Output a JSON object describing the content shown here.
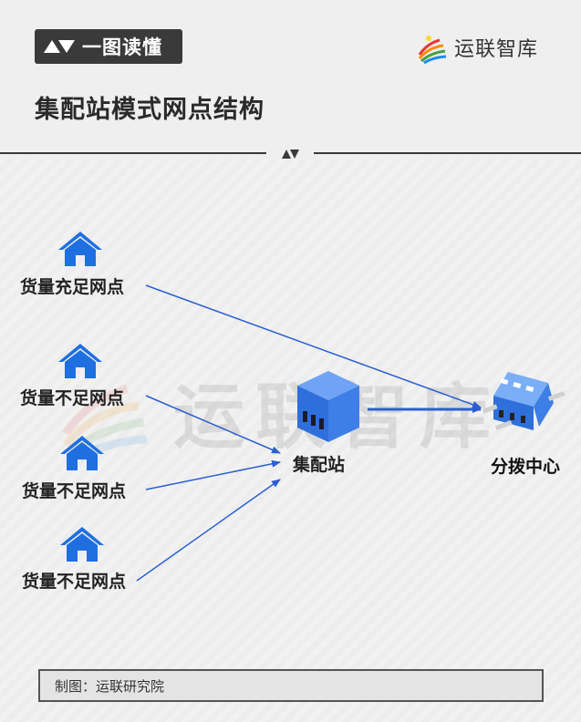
{
  "header": {
    "badge_label": "一图读懂",
    "logo_text": "运联智库"
  },
  "title": "集配站模式网点结构",
  "watermark_text": "运联智库",
  "nodes": {
    "outlet_1": "货量充足网点",
    "outlet_2": "货量不足网点",
    "outlet_3": "货量不足网点",
    "outlet_4": "货量不足网点",
    "station": "集配站",
    "center": "分拨中心"
  },
  "colors": {
    "house_blue": "#1f6fe0",
    "arrow_blue": "#2b5fd0",
    "station_blue": "#3d7fe6",
    "dark_badge": "#3a3a3a"
  },
  "footer": {
    "credit": "制图：运联研究院"
  }
}
